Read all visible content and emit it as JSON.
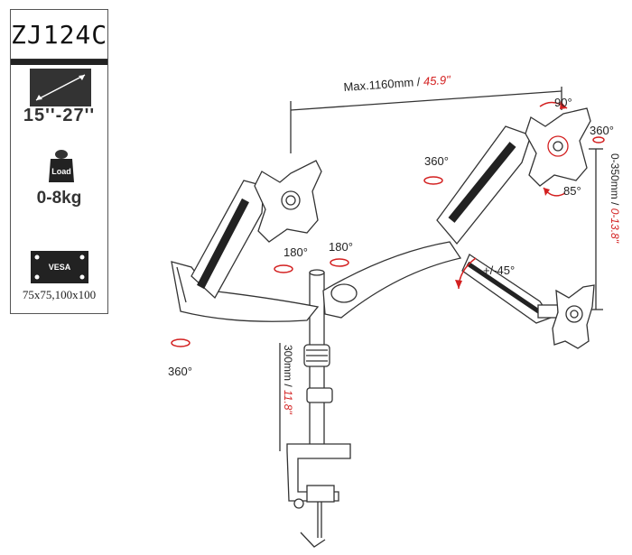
{
  "spec_panel": {
    "model": "ZJ124C",
    "screen_size": "15''-27''",
    "load_label": "Load",
    "weight": "0-8kg",
    "vesa_label": "VESA",
    "vesa_sizes": "75x75,100x100"
  },
  "dimensions": {
    "reach_prefix": "Max.1160mm / ",
    "reach_inch": "45.9\"",
    "height_prefix": "0-350mm / ",
    "height_inch": "0-13.8\"",
    "pole_prefix": "300mm / ",
    "pole_inch": "11.8\""
  },
  "angles": {
    "tilt_up": "90°",
    "tilt_down": "85°",
    "rotate_right": "360°",
    "rotate_top": "360°",
    "swivel_left": "180°",
    "swivel_right": "180°",
    "swivel_range": "+/-45°",
    "rotate_base": "360°"
  },
  "colors": {
    "accent_red": "#d32020",
    "line": "#333333"
  },
  "icons": [
    "monitor-diagonal-icon",
    "load-weight-icon",
    "vesa-plate-icon",
    "rotation-arrow-icon"
  ]
}
